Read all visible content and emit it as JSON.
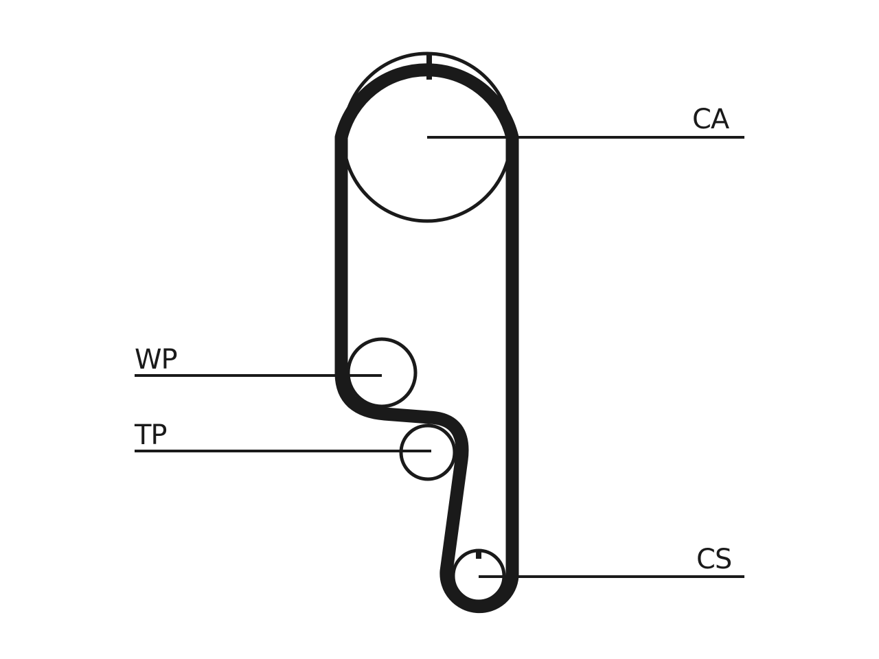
{
  "diagram": {
    "components": [
      {
        "id": "camshaft",
        "code": "CA"
      },
      {
        "id": "water-pump",
        "code": "WP"
      },
      {
        "id": "tensioner-pulley",
        "code": "TP"
      },
      {
        "id": "crankshaft",
        "code": "CS"
      }
    ],
    "colors": {
      "line": "#1a1a1a",
      "background": "#ffffff"
    }
  }
}
